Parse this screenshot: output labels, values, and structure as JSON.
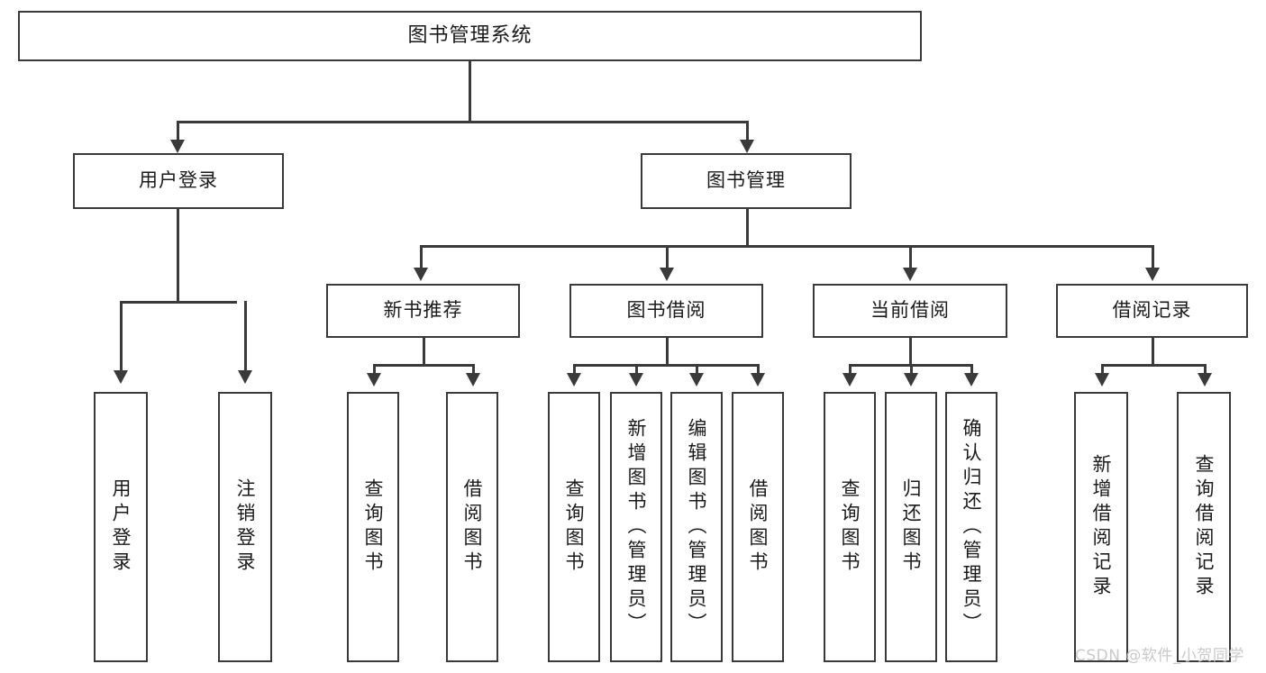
{
  "diagram": {
    "title": "图书管理系统",
    "type": "tree",
    "watermark": "CSDN @软件_小贺同学",
    "colors": {
      "box_border": "#3a3a3a",
      "box_fill": "#ffffff",
      "text": "#1a1a1a",
      "connector": "#3a3a3a",
      "watermark": "#c9c9c9",
      "background": "#ffffff"
    },
    "root": {
      "label": "图书管理系统"
    },
    "level2": [
      {
        "label": "用户登录"
      },
      {
        "label": "图书管理"
      }
    ],
    "level3": [
      {
        "label": "新书推荐"
      },
      {
        "label": "图书借阅"
      },
      {
        "label": "当前借阅"
      },
      {
        "label": "借阅记录"
      }
    ],
    "leaves": {
      "user_login": [
        {
          "label": "用户登录"
        },
        {
          "label": "注销登录"
        }
      ],
      "new_book": [
        {
          "label": "查询图书"
        },
        {
          "label": "借阅图书"
        }
      ],
      "book_borrow": [
        {
          "label": "查询图书"
        },
        {
          "label": "新增图书（管理员）"
        },
        {
          "label": "编辑图书（管理员）"
        },
        {
          "label": "借阅图书"
        }
      ],
      "current_borrow": [
        {
          "label": "查询图书"
        },
        {
          "label": "归还图书"
        },
        {
          "label": "确认归还（管理员）"
        }
      ],
      "borrow_record": [
        {
          "label": "新增借阅记录"
        },
        {
          "label": "查询借阅记录"
        }
      ]
    }
  }
}
